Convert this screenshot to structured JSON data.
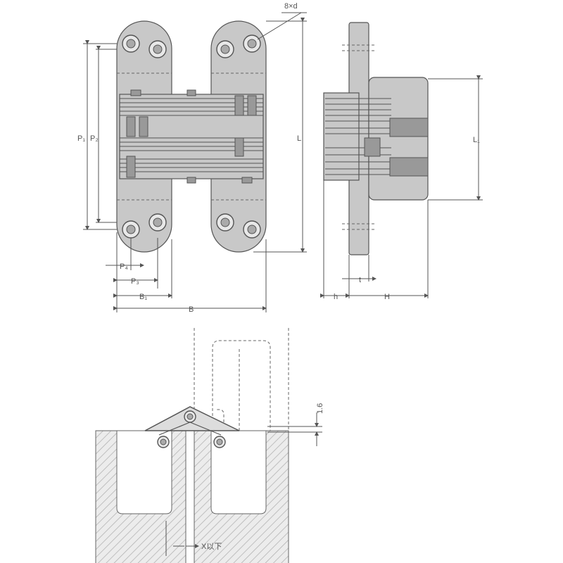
{
  "labels": {
    "holes": "8×d",
    "p1": "P₁",
    "p2": "P₂",
    "p3": "P₃",
    "p4": "P₄",
    "b1": "B₁",
    "b": "B",
    "l": "L",
    "l1": "L₁",
    "t": "t",
    "h": "h",
    "H": "H",
    "gap": "1.6",
    "x_max": "X以下"
  }
}
